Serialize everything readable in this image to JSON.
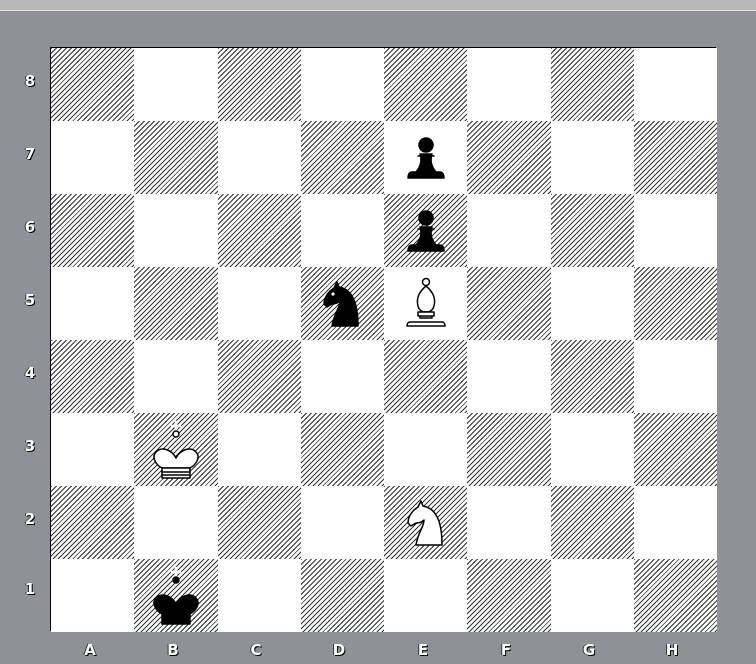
{
  "board": {
    "ranks": [
      "8",
      "7",
      "6",
      "5",
      "4",
      "3",
      "2",
      "1"
    ],
    "files": [
      "A",
      "B",
      "C",
      "D",
      "E",
      "F",
      "G",
      "H"
    ],
    "pieces": [
      {
        "square": "e7",
        "color": "black",
        "type": "pawn",
        "icon": "black-pawn-icon"
      },
      {
        "square": "e6",
        "color": "black",
        "type": "pawn",
        "icon": "black-pawn-icon"
      },
      {
        "square": "d5",
        "color": "black",
        "type": "knight",
        "icon": "black-knight-icon"
      },
      {
        "square": "e5",
        "color": "white",
        "type": "bishop",
        "icon": "white-bishop-icon"
      },
      {
        "square": "b3",
        "color": "white",
        "type": "king",
        "icon": "white-king-icon"
      },
      {
        "square": "e2",
        "color": "white",
        "type": "knight",
        "icon": "white-knight-icon"
      },
      {
        "square": "b1",
        "color": "black",
        "type": "king",
        "icon": "black-king-icon"
      }
    ]
  },
  "colors": {
    "frame": "#8f9196",
    "light_square": "#ffffff",
    "dark_square_hatch": "#333333"
  }
}
